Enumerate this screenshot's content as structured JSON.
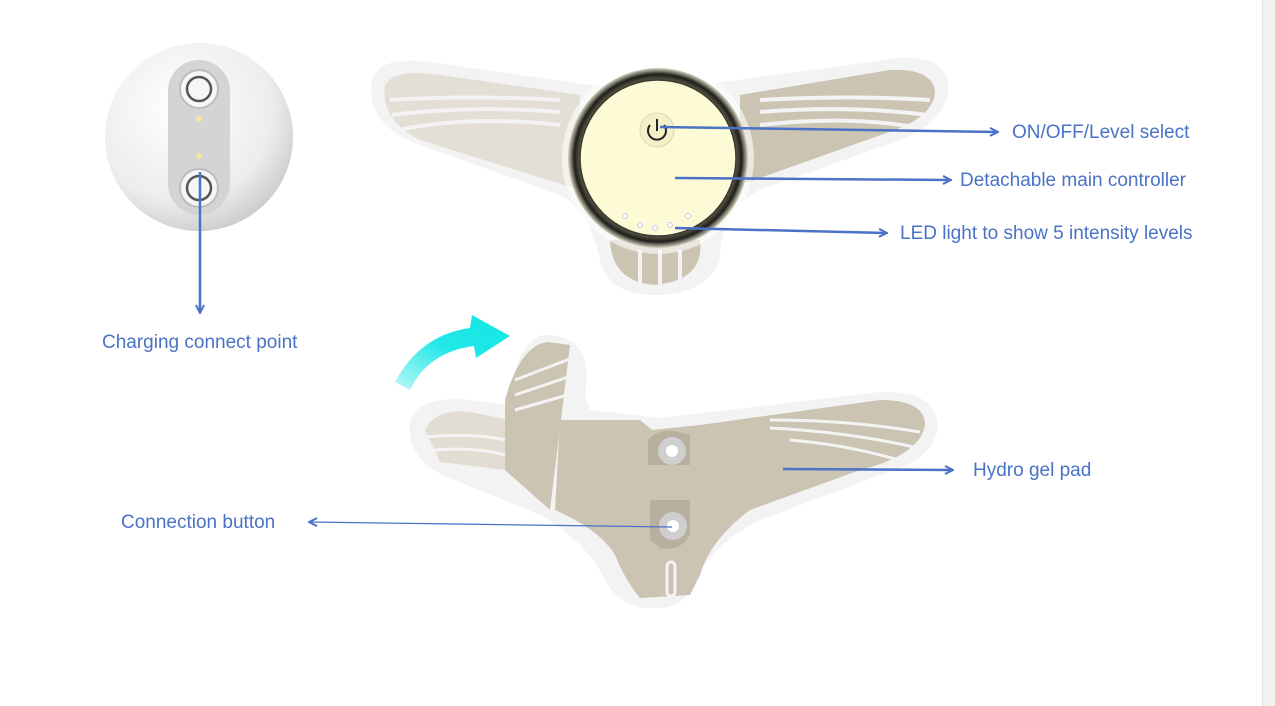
{
  "labels": {
    "on_off": "ON/OFF/Level select",
    "controller": "Detachable main controller",
    "led": "LED light to show 5 intensity levels",
    "charging": "Charging connect point",
    "hydro_gel": "Hydro gel pad",
    "connection": "Connection button"
  },
  "colors": {
    "label_blue": "#4a72c6",
    "pad_beige": "#cbc4b3",
    "controller_face": "#fdfbd6",
    "flip_arrow": "#18e8e6"
  }
}
